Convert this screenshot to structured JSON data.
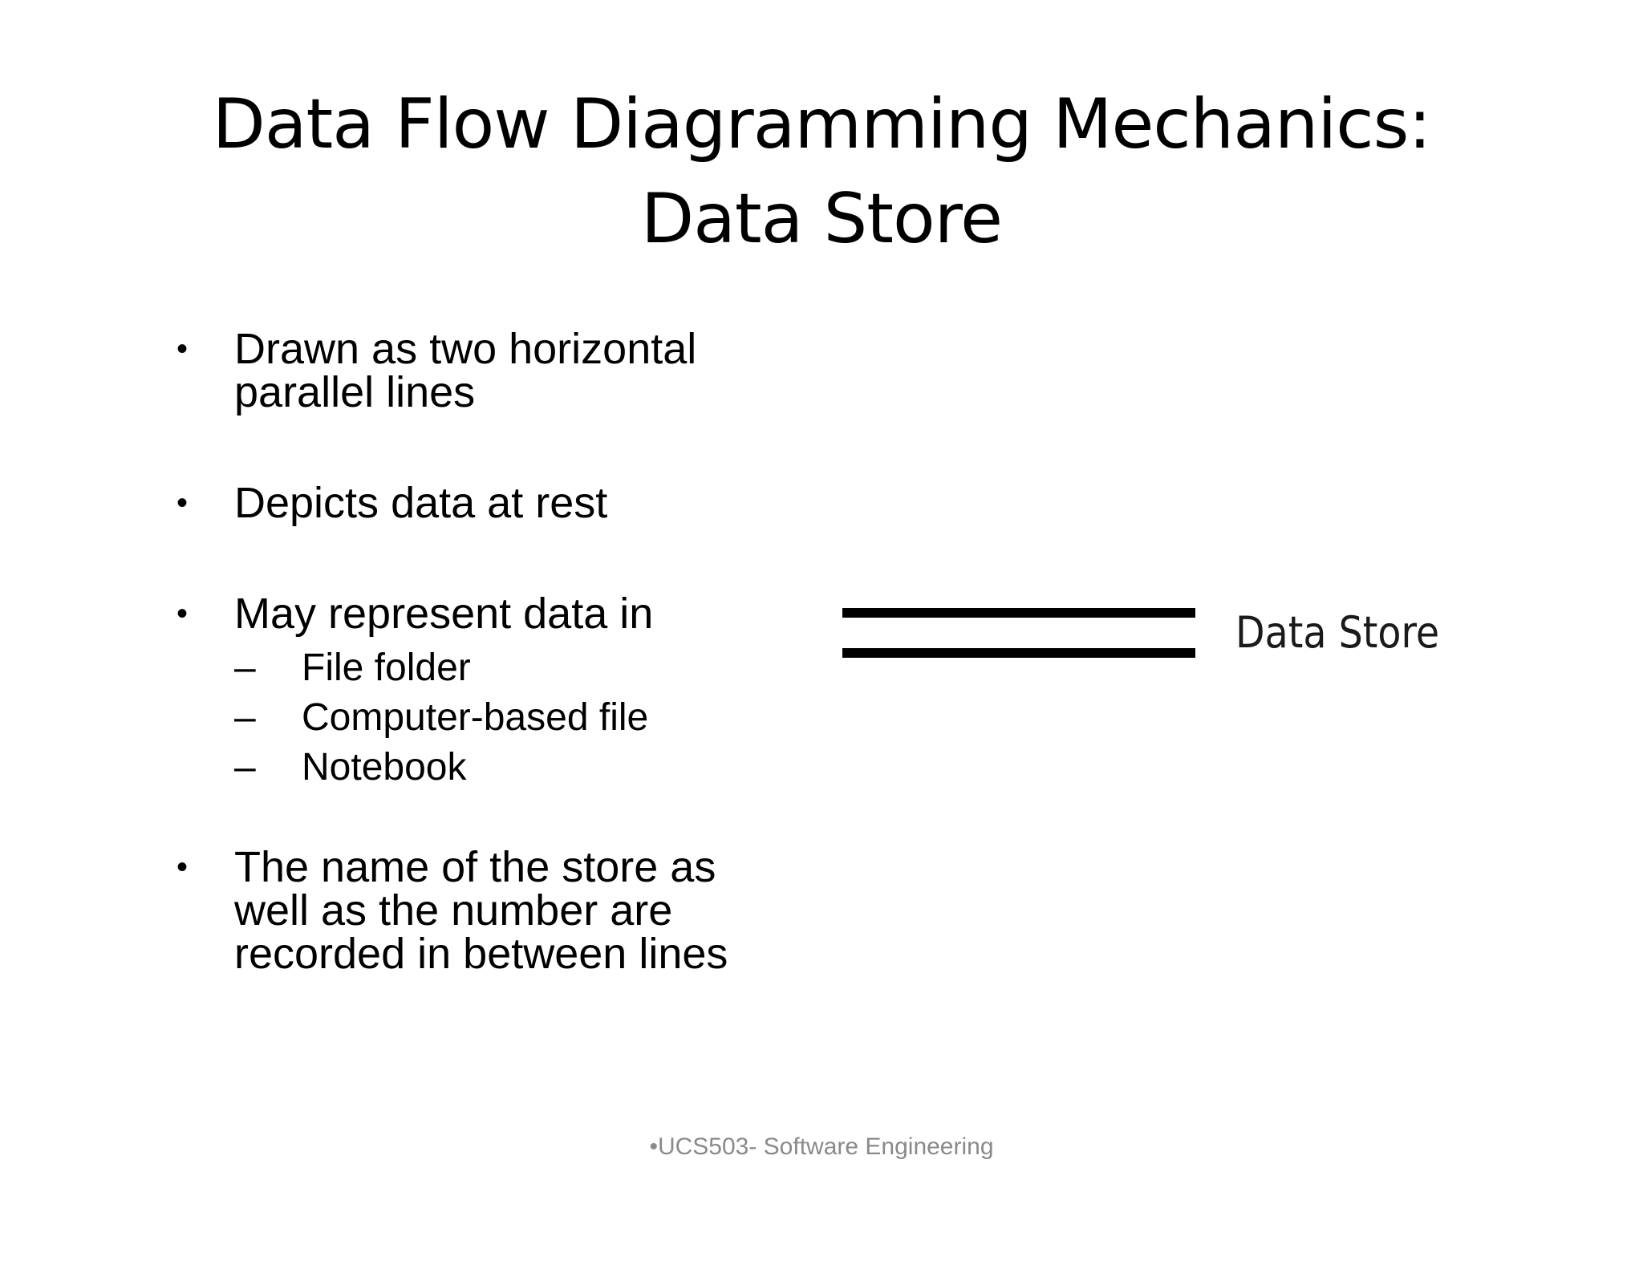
{
  "slide": {
    "title_line1": "Data Flow Diagramming Mechanics:",
    "title_line2": "Data Store",
    "bullet_marker": "•",
    "sub_marker": "–",
    "bullets": [
      {
        "lines": [
          "Drawn as two horizontal",
          "parallel lines"
        ]
      },
      {
        "lines": [
          "Depicts data at rest"
        ]
      },
      {
        "lines": [
          "May represent data in"
        ],
        "subitems": [
          "File folder",
          "Computer-based file",
          "Notebook"
        ]
      },
      {
        "lines": [
          "The name of the store as",
          "well as the number are",
          "recorded in between lines"
        ]
      }
    ],
    "diagram": {
      "symbol_label": "Data Store"
    },
    "footer": "•UCS503- Software Engineering"
  }
}
